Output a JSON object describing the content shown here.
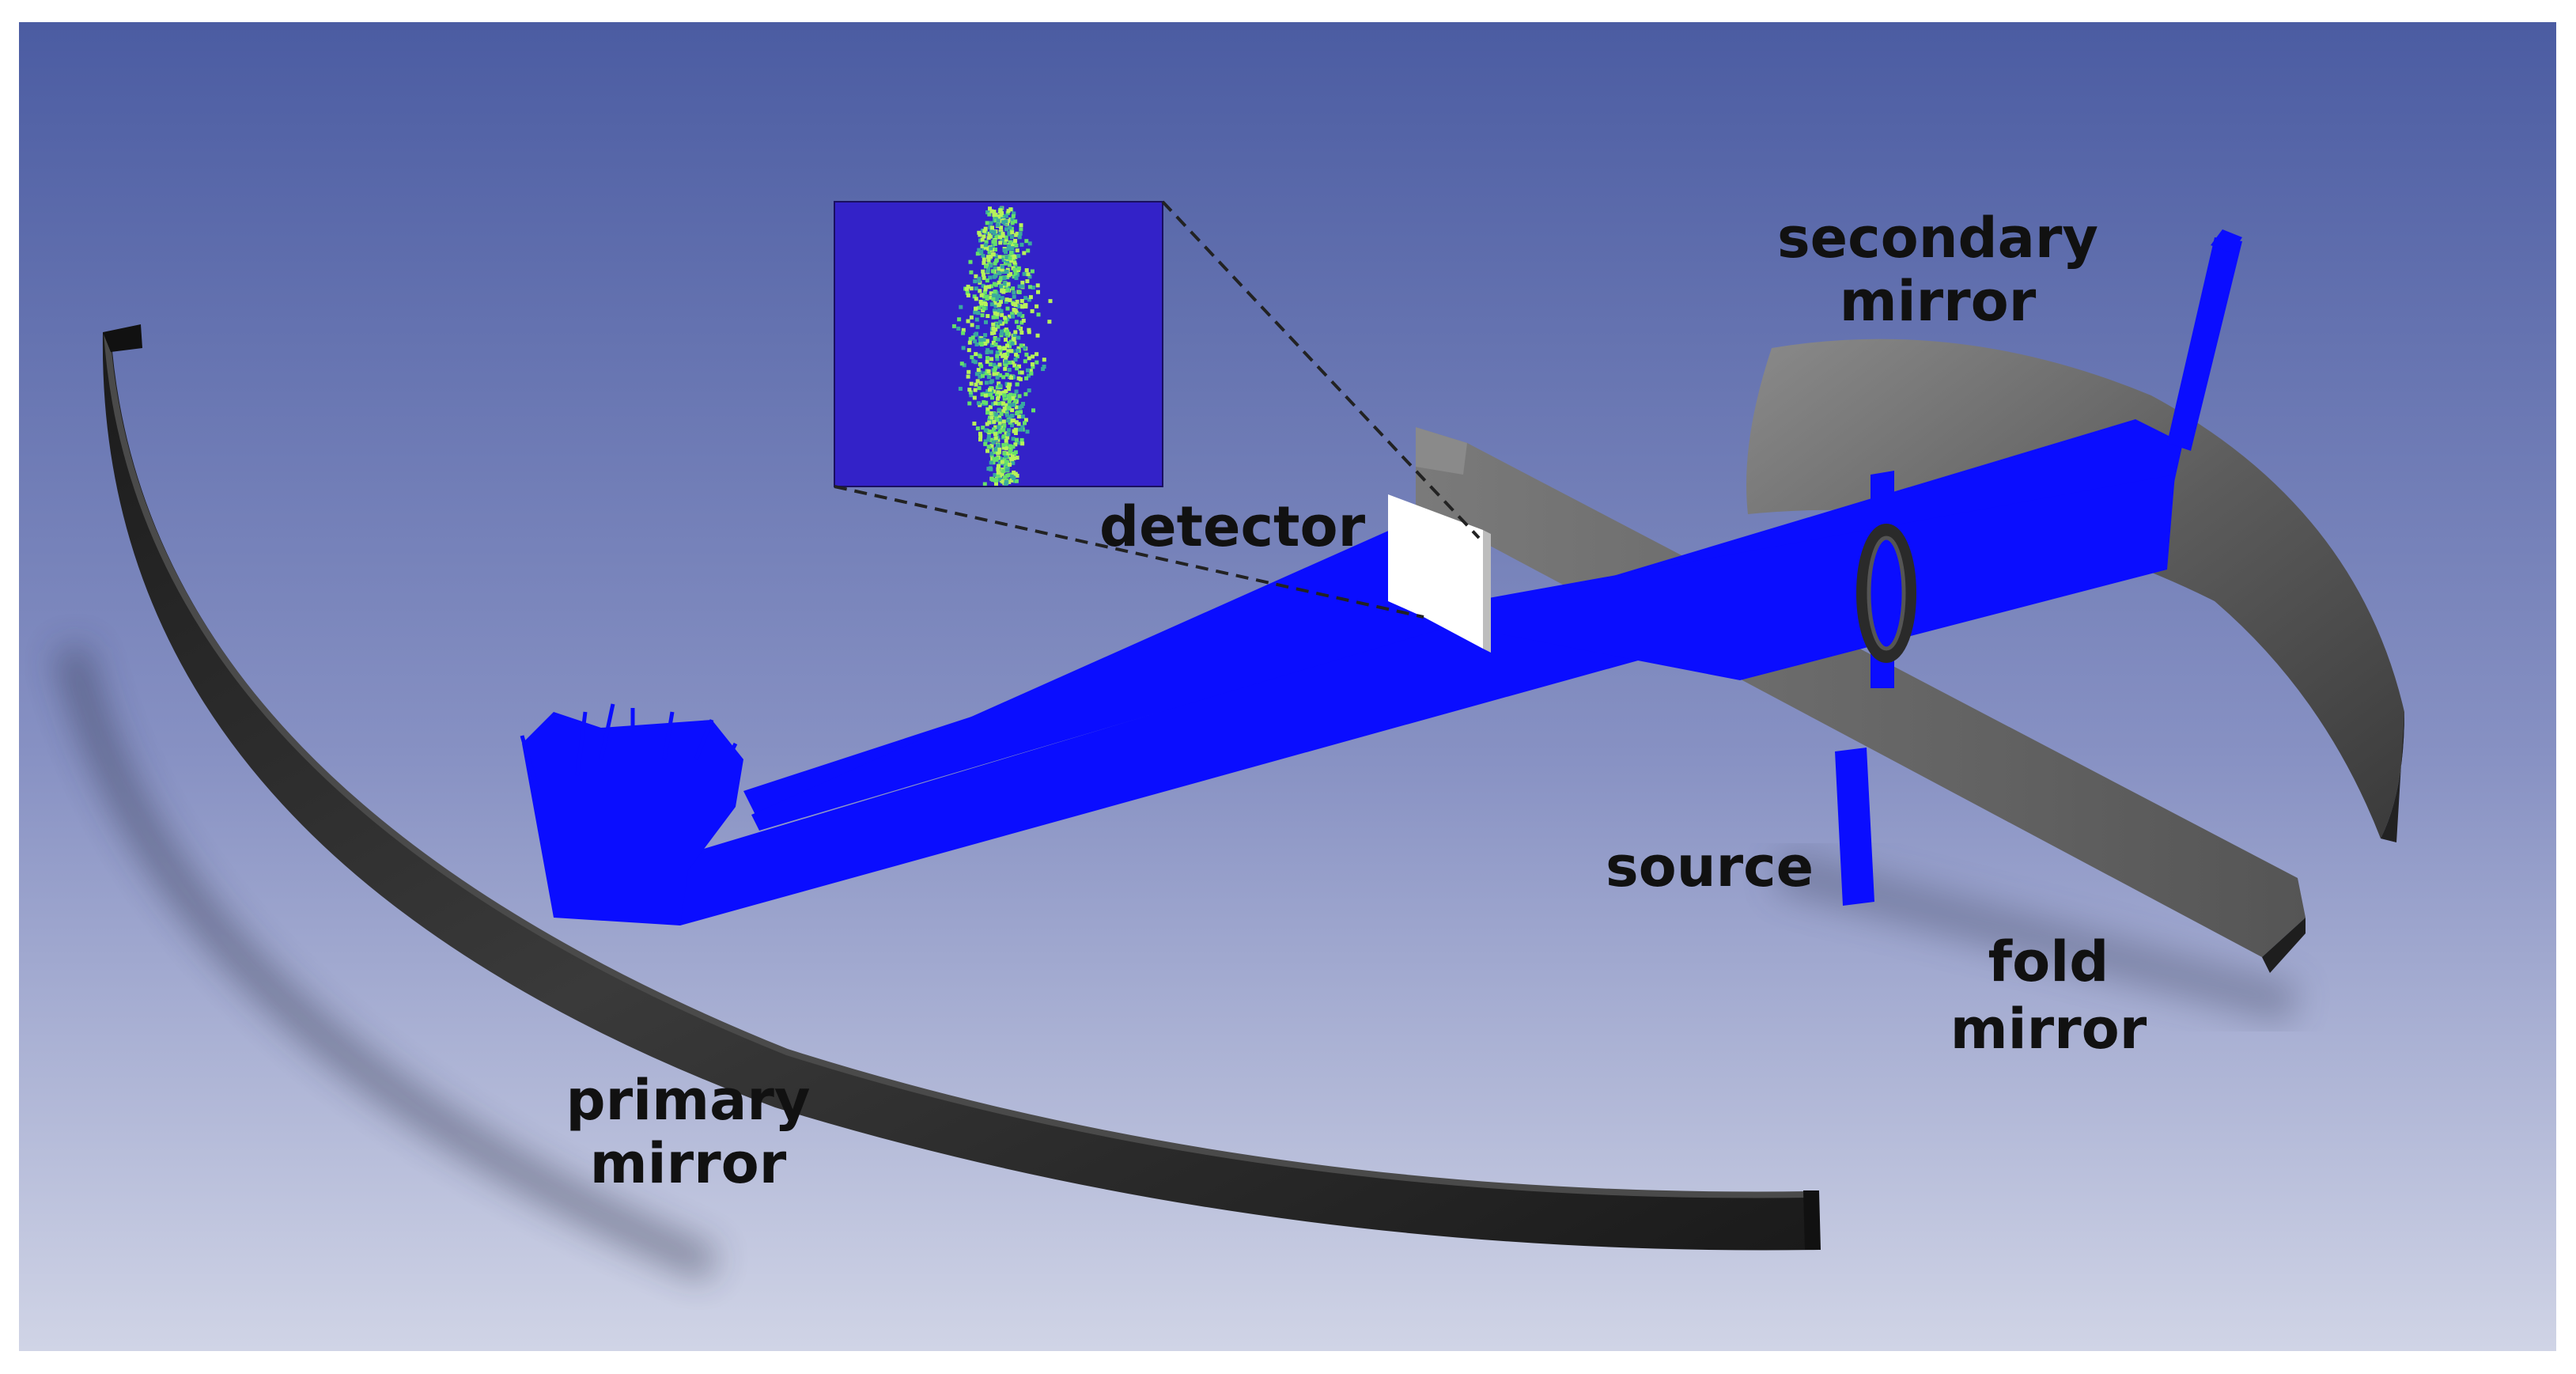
{
  "labels": {
    "secondary_mirror_line1": "secondary",
    "secondary_mirror_line2": "mirror",
    "detector": "detector",
    "source": "source",
    "fold_mirror_line1": "fold",
    "fold_mirror_line2": "mirror",
    "primary_mirror_line1": "primary",
    "primary_mirror_line2": "mirror"
  },
  "colors": {
    "background_top": "#4f5fa3",
    "background_bottom": "#c9cfe2",
    "ray_blue": "#0a0dff",
    "mirror_dark": "#2a2a2a",
    "mirror_grey": "#6e6e6e",
    "detector_white": "#ffffff",
    "inset_background": "#3322c8",
    "inset_spot": "#66e06a"
  },
  "icons": {
    "inset": "detector-spot-image",
    "rays": "ray-trace-bundle"
  }
}
